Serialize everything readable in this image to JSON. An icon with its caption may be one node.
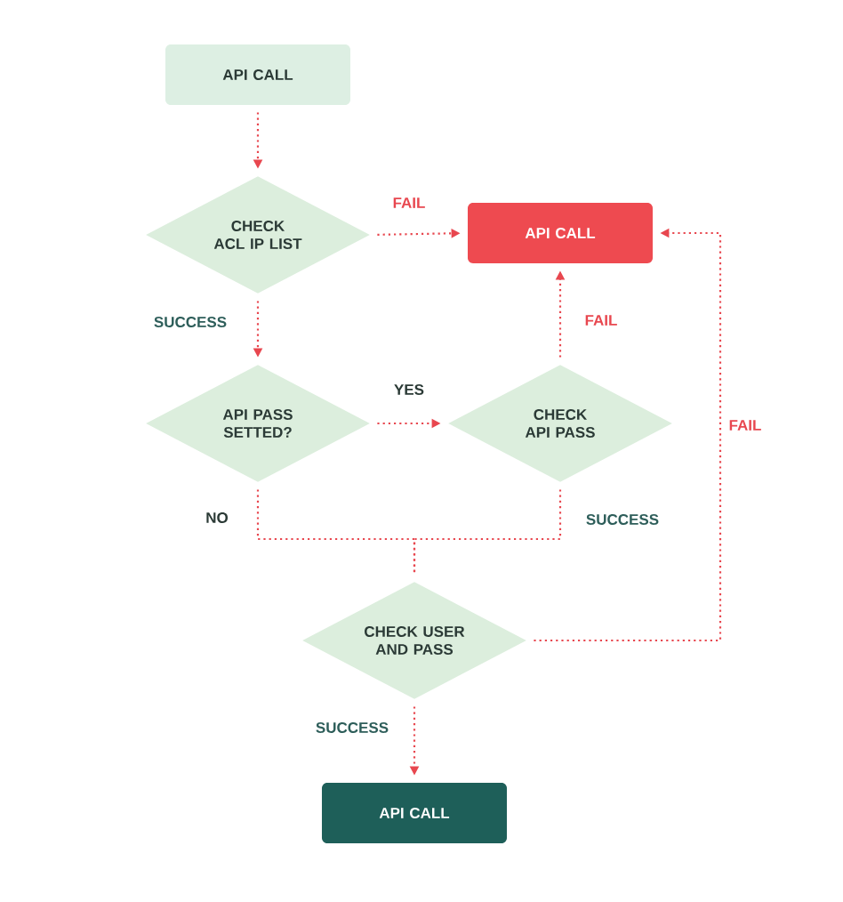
{
  "diagram": {
    "nodes": [
      {
        "text": [
          "API CALL"
        ]
      },
      {
        "text": [
          "CHECK ACL IP LIST"
        ]
      },
      {
        "text": [
          "API CALL"
        ]
      },
      {
        "text": [
          "API PASS SETTED?"
        ]
      },
      {
        "text": [
          "CHECK API PASS"
        ]
      },
      {
        "text": [
          "CHECK USER AND PASS"
        ]
      },
      {
        "text": [
          "API CALL"
        ]
      }
    ],
    "edges": [
      {
        "from": 0,
        "to": 1,
        "arrow": "to"
      },
      {
        "from": 1,
        "to": 2,
        "arrow": "to",
        "label": "FAIL"
      },
      {
        "from": 1,
        "to": 3,
        "arrow": "to",
        "label": "SUCCESS"
      },
      {
        "from": 3,
        "to": 4,
        "arrow": "to",
        "label": "YES"
      },
      {
        "from": 4,
        "to": 2,
        "arrow": "to",
        "label": "FAIL"
      },
      {
        "from": 3,
        "to": 5,
        "arrow": "none",
        "label": "NO"
      },
      {
        "from": 4,
        "to": 5,
        "arrow": "none",
        "label": "SUCCESS"
      },
      {
        "from": 5,
        "to": 2,
        "arrow": "to",
        "label": "FAIL"
      },
      {
        "from": 5,
        "to": 6,
        "arrow": "to",
        "label": "SUCCESS"
      }
    ]
  }
}
